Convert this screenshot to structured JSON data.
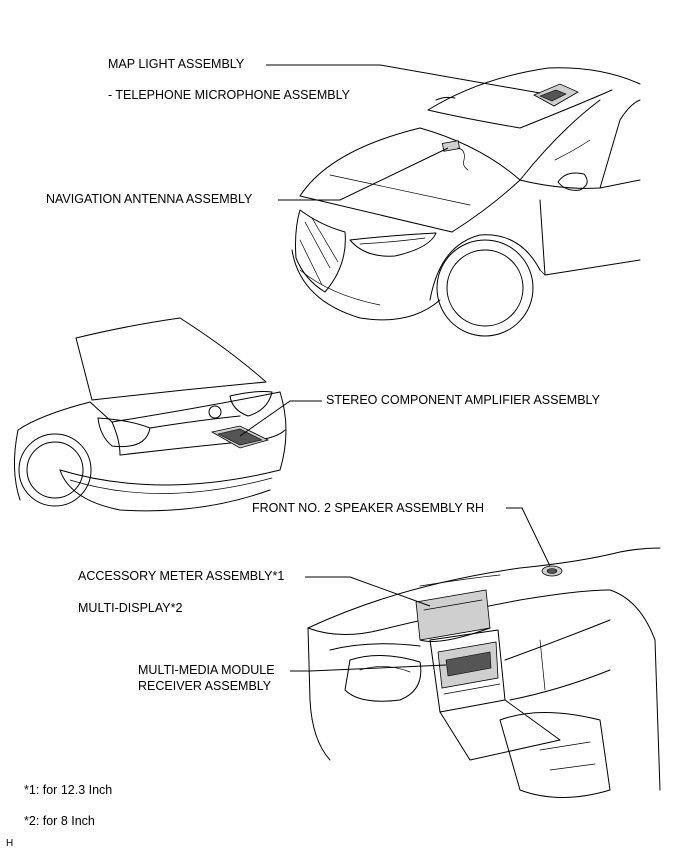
{
  "labels": {
    "map_light": "MAP LIGHT ASSEMBLY",
    "telephone_mic": "- TELEPHONE MICROPHONE ASSEMBLY",
    "nav_antenna": "NAVIGATION ANTENNA ASSEMBLY",
    "stereo_amp": "STEREO COMPONENT AMPLIFIER ASSEMBLY",
    "front_speaker": "FRONT NO. 2 SPEAKER ASSEMBLY RH",
    "accessory_meter": "ACCESSORY METER ASSEMBLY*1",
    "multi_display": "MULTI-DISPLAY*2",
    "multimedia_line1": "MULTI-MEDIA MODULE",
    "multimedia_line2": "RECEIVER ASSEMBLY"
  },
  "footnotes": {
    "note1": "*1: for 12.3 Inch",
    "note2": "*2: for 8 Inch"
  },
  "corner_mark": "H"
}
